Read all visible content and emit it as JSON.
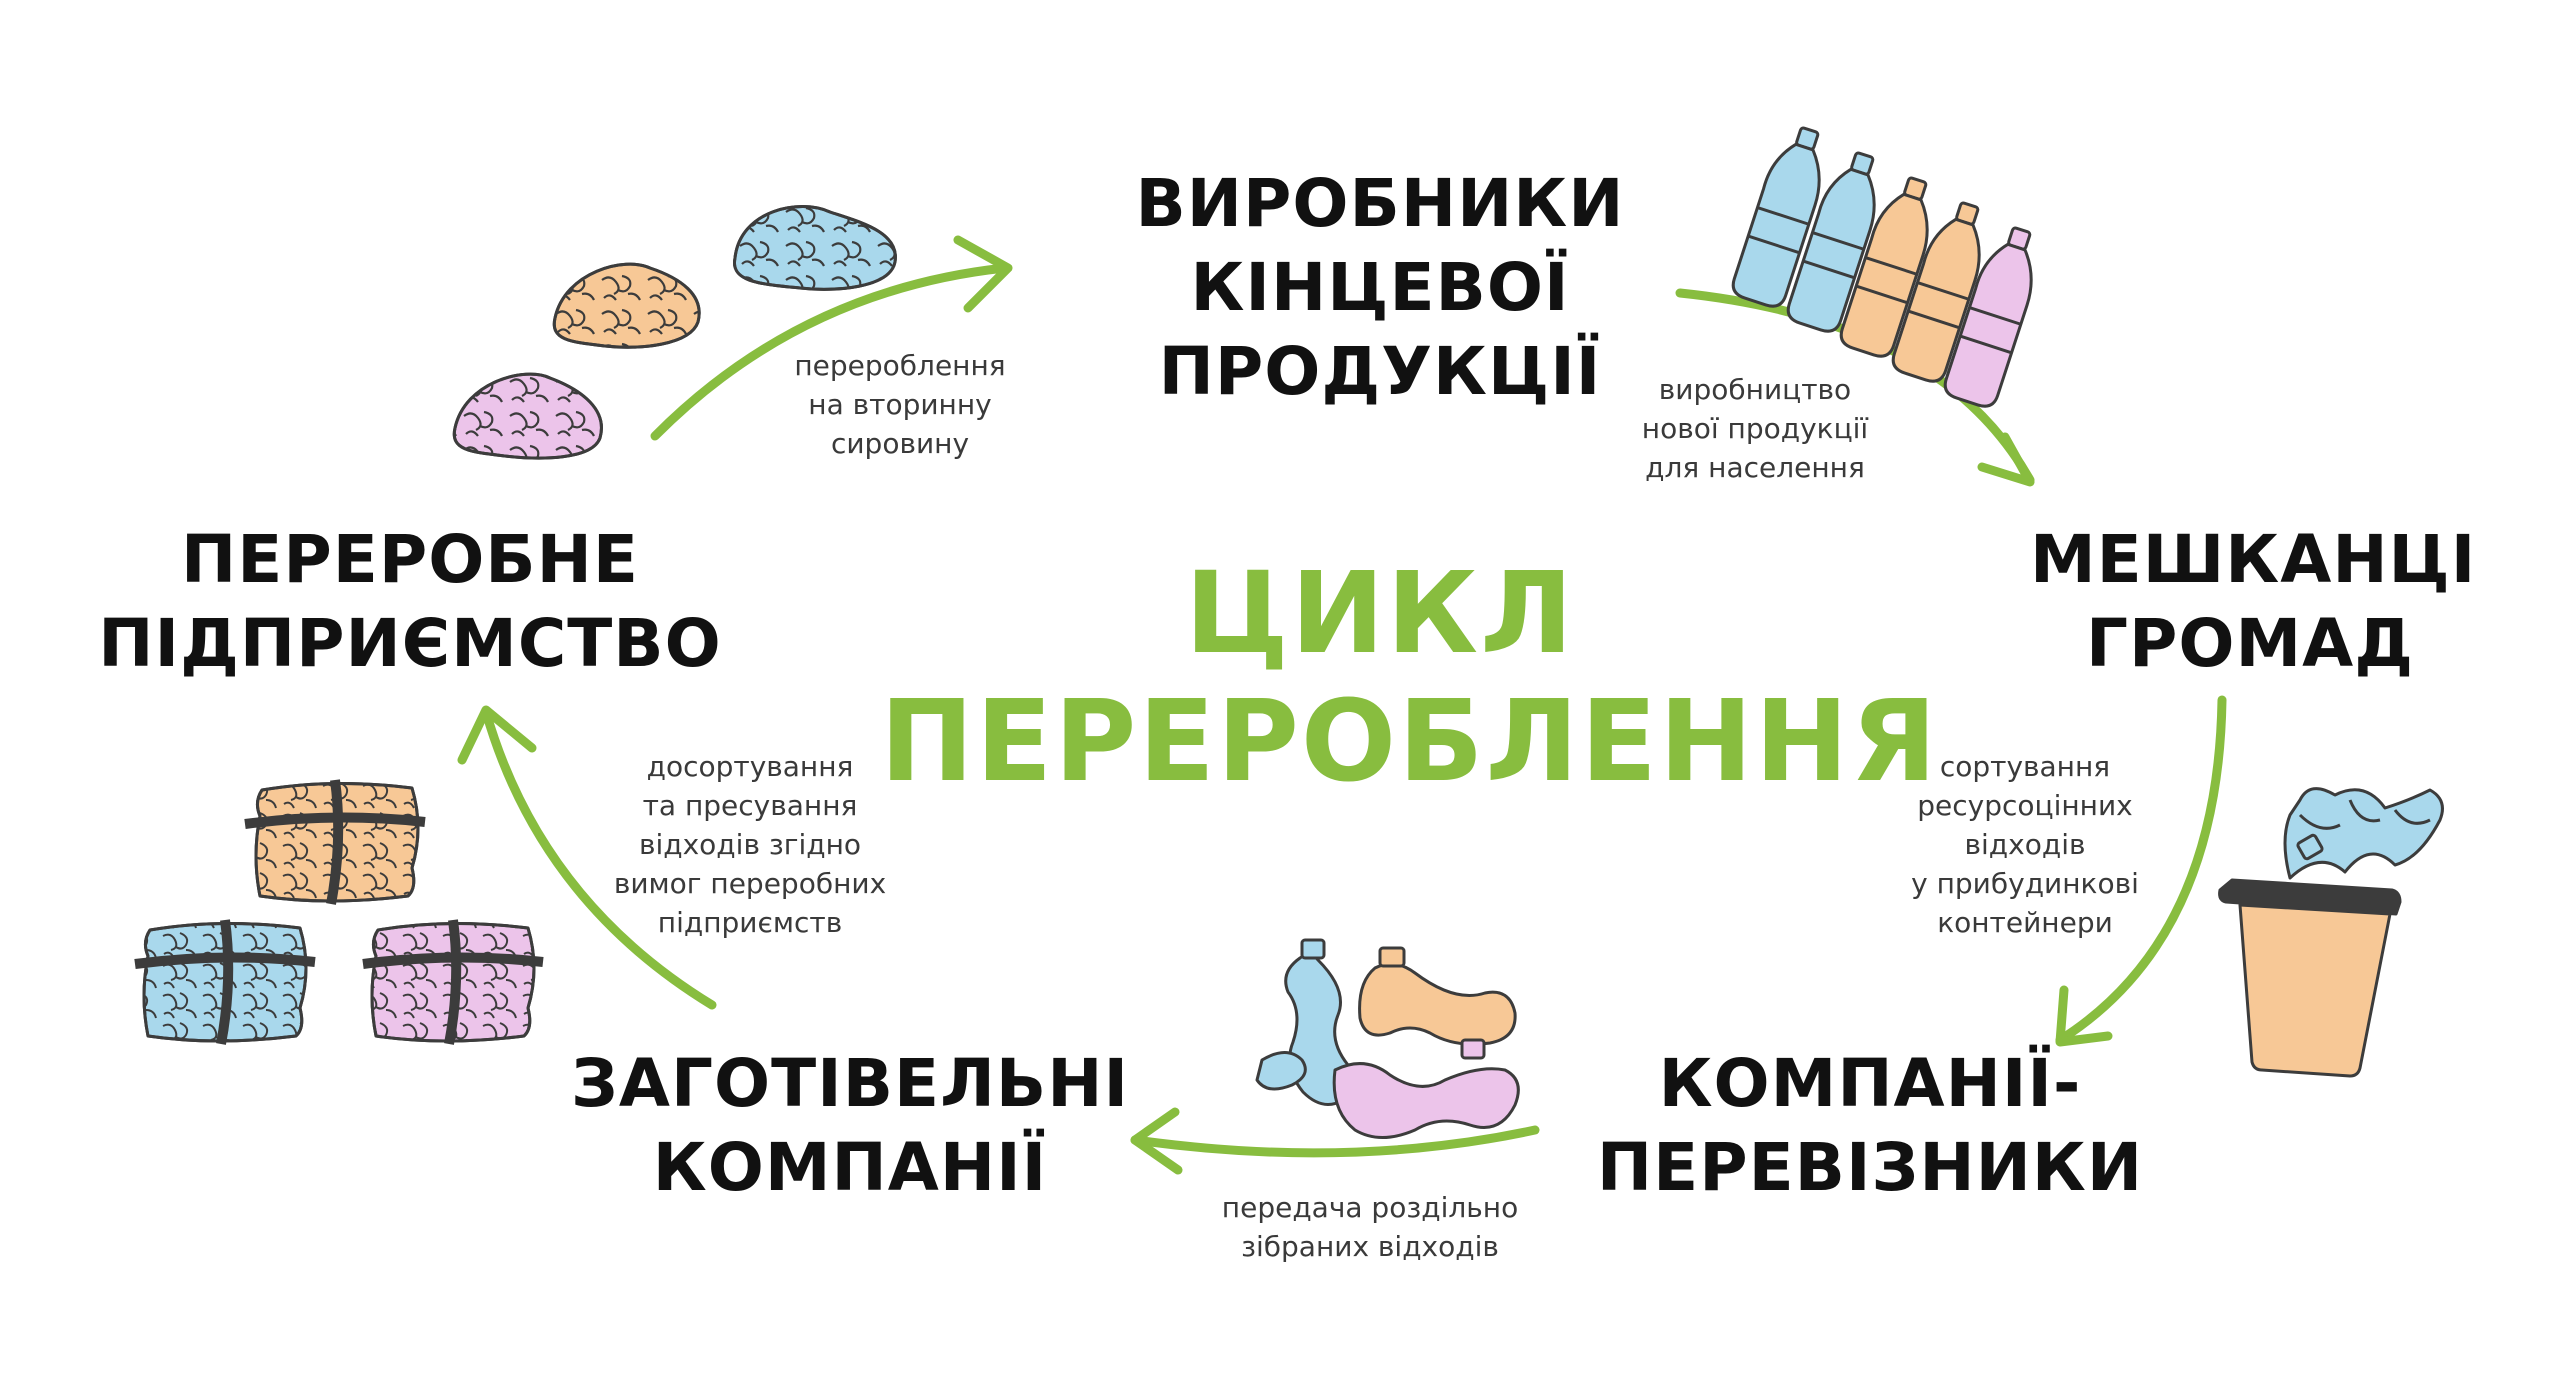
{
  "colors": {
    "arrow": "#88bd3f",
    "title": "#88bd3f",
    "text": "#111111",
    "blue": "#a9d8ec",
    "orange": "#f7c896",
    "pink": "#ecc4ea",
    "ink": "#3c3c3c"
  },
  "title": {
    "lines": [
      "ЦИКЛ",
      "ПЕРЕРОБЛЕННЯ"
    ]
  },
  "nodes": {
    "producers": {
      "lines": [
        "ВИРОБНИКИ",
        "КІНЦЕВОЇ",
        "ПРОДУКЦІЇ"
      ]
    },
    "residents": {
      "lines": [
        "МЕШКАНЦІ",
        "ГРОМАД"
      ]
    },
    "carriers": {
      "lines": [
        "КОМПАНІЇ-",
        "ПЕРЕВІЗНИКИ"
      ]
    },
    "procurement": {
      "lines": [
        "ЗАГОТІВЕЛЬНІ",
        "КОМПАНІЇ"
      ]
    },
    "processing": {
      "lines": [
        "ПЕРЕРОБНЕ",
        "ПІДПРИЄМСТВО"
      ]
    }
  },
  "edges": {
    "recycling": {
      "lines": [
        "перероблення",
        "на вторинну",
        "сировину"
      ]
    },
    "production": {
      "lines": [
        "виробництво",
        "нової продукції",
        "для населення"
      ]
    },
    "sorting": {
      "lines": [
        "сортування",
        "ресурсоцінних",
        "відходів",
        "у прибудинкові",
        "контейнери"
      ]
    },
    "transfer": {
      "lines": [
        "передача роздільно",
        "зібраних відходів"
      ]
    },
    "resorting": {
      "lines": [
        "досортування",
        "та пресування",
        "відходів згідно",
        "вимог переробних",
        "підприємств"
      ]
    }
  },
  "icons": [
    "flakes-icon",
    "bottles-icon",
    "trash-bin-icon",
    "crushed-bottles-icon",
    "bales-icon"
  ]
}
